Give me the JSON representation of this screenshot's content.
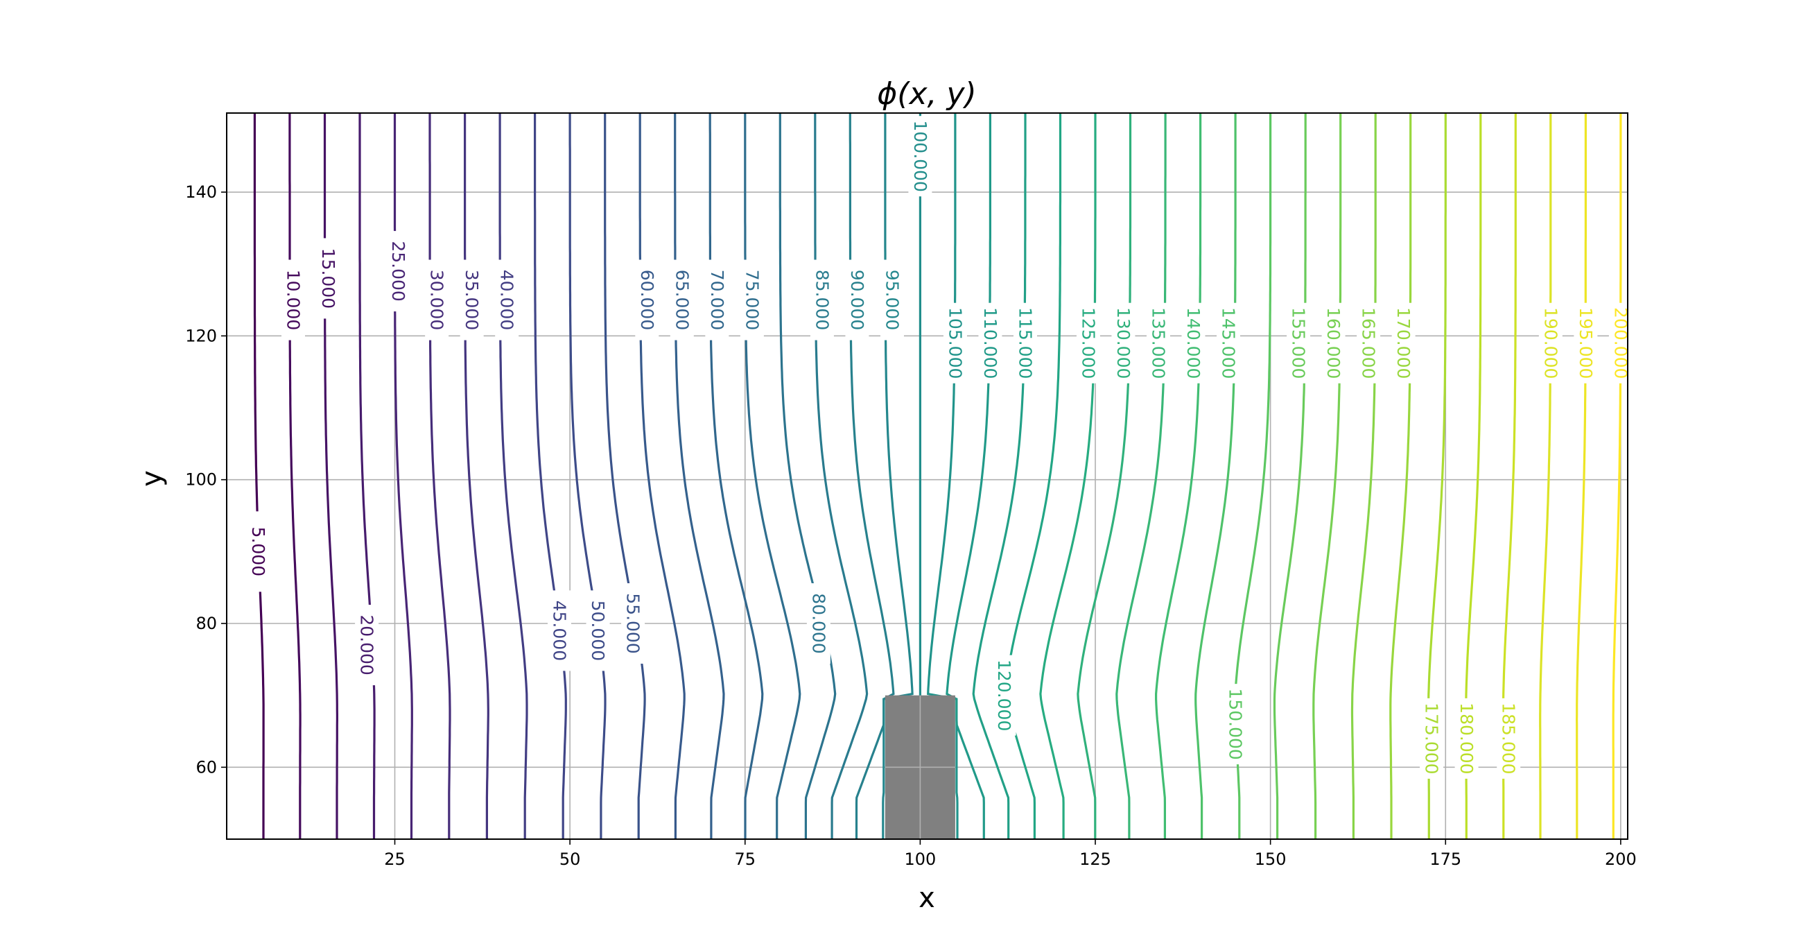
{
  "chart_data": {
    "type": "contour",
    "title": "ϕ(x, y)",
    "xlabel": "x",
    "ylabel": "y",
    "xlim": [
      1,
      201
    ],
    "ylim": [
      50,
      151
    ],
    "x_ticks": [
      25,
      50,
      75,
      100,
      125,
      150,
      175,
      200
    ],
    "y_ticks": [
      60,
      80,
      100,
      120,
      140
    ],
    "grid": true,
    "colormap": "viridis",
    "obstacle": {
      "x": [
        95,
        105
      ],
      "y": [
        50,
        70
      ],
      "color": "#808080"
    },
    "levels": [
      5,
      10,
      15,
      20,
      25,
      30,
      35,
      40,
      45,
      50,
      55,
      60,
      65,
      70,
      75,
      80,
      85,
      90,
      95,
      100,
      105,
      110,
      115,
      120,
      125,
      130,
      135,
      140,
      145,
      150,
      155,
      160,
      165,
      170,
      175,
      180,
      185,
      190,
      195,
      200
    ],
    "labels": [
      {
        "text": "5.000",
        "x": 5.5,
        "y": 90
      },
      {
        "text": "10.000",
        "x": 10.5,
        "y": 125
      },
      {
        "text": "15.000",
        "x": 15.5,
        "y": 128
      },
      {
        "text": "20.000",
        "x": 21,
        "y": 77
      },
      {
        "text": "25.000",
        "x": 25.5,
        "y": 129
      },
      {
        "text": "30.000",
        "x": 31,
        "y": 125
      },
      {
        "text": "35.000",
        "x": 36,
        "y": 125
      },
      {
        "text": "40.000",
        "x": 41,
        "y": 125
      },
      {
        "text": "45.000",
        "x": 48.5,
        "y": 79
      },
      {
        "text": "50.000",
        "x": 54,
        "y": 79
      },
      {
        "text": "55.000",
        "x": 59,
        "y": 80
      },
      {
        "text": "60.000",
        "x": 61,
        "y": 125
      },
      {
        "text": "65.000",
        "x": 66,
        "y": 125
      },
      {
        "text": "70.000",
        "x": 71,
        "y": 125
      },
      {
        "text": "75.000",
        "x": 76,
        "y": 125
      },
      {
        "text": "80.000",
        "x": 85.5,
        "y": 80
      },
      {
        "text": "85.000",
        "x": 86,
        "y": 125
      },
      {
        "text": "90.000",
        "x": 91,
        "y": 125
      },
      {
        "text": "95.000",
        "x": 96,
        "y": 125
      },
      {
        "text": "100.000",
        "x": 100,
        "y": 145
      },
      {
        "text": "105.000",
        "x": 105,
        "y": 119
      },
      {
        "text": "110.000",
        "x": 110,
        "y": 119
      },
      {
        "text": "115.000",
        "x": 115,
        "y": 119
      },
      {
        "text": "120.000",
        "x": 112,
        "y": 70
      },
      {
        "text": "125.000",
        "x": 124,
        "y": 119
      },
      {
        "text": "130.000",
        "x": 129,
        "y": 119
      },
      {
        "text": "135.000",
        "x": 134,
        "y": 119
      },
      {
        "text": "140.000",
        "x": 139,
        "y": 119
      },
      {
        "text": "145.000",
        "x": 144,
        "y": 119
      },
      {
        "text": "150.000",
        "x": 145,
        "y": 66
      },
      {
        "text": "155.000",
        "x": 154,
        "y": 119
      },
      {
        "text": "160.000",
        "x": 159,
        "y": 119
      },
      {
        "text": "165.000",
        "x": 164,
        "y": 119
      },
      {
        "text": "170.000",
        "x": 169,
        "y": 119
      },
      {
        "text": "175.000",
        "x": 173,
        "y": 64
      },
      {
        "text": "180.000",
        "x": 178,
        "y": 64
      },
      {
        "text": "185.000",
        "x": 184,
        "y": 64
      },
      {
        "text": "190.000",
        "x": 190,
        "y": 119
      },
      {
        "text": "195.000",
        "x": 195,
        "y": 119
      },
      {
        "text": "200.000",
        "x": 200,
        "y": 119
      }
    ]
  }
}
